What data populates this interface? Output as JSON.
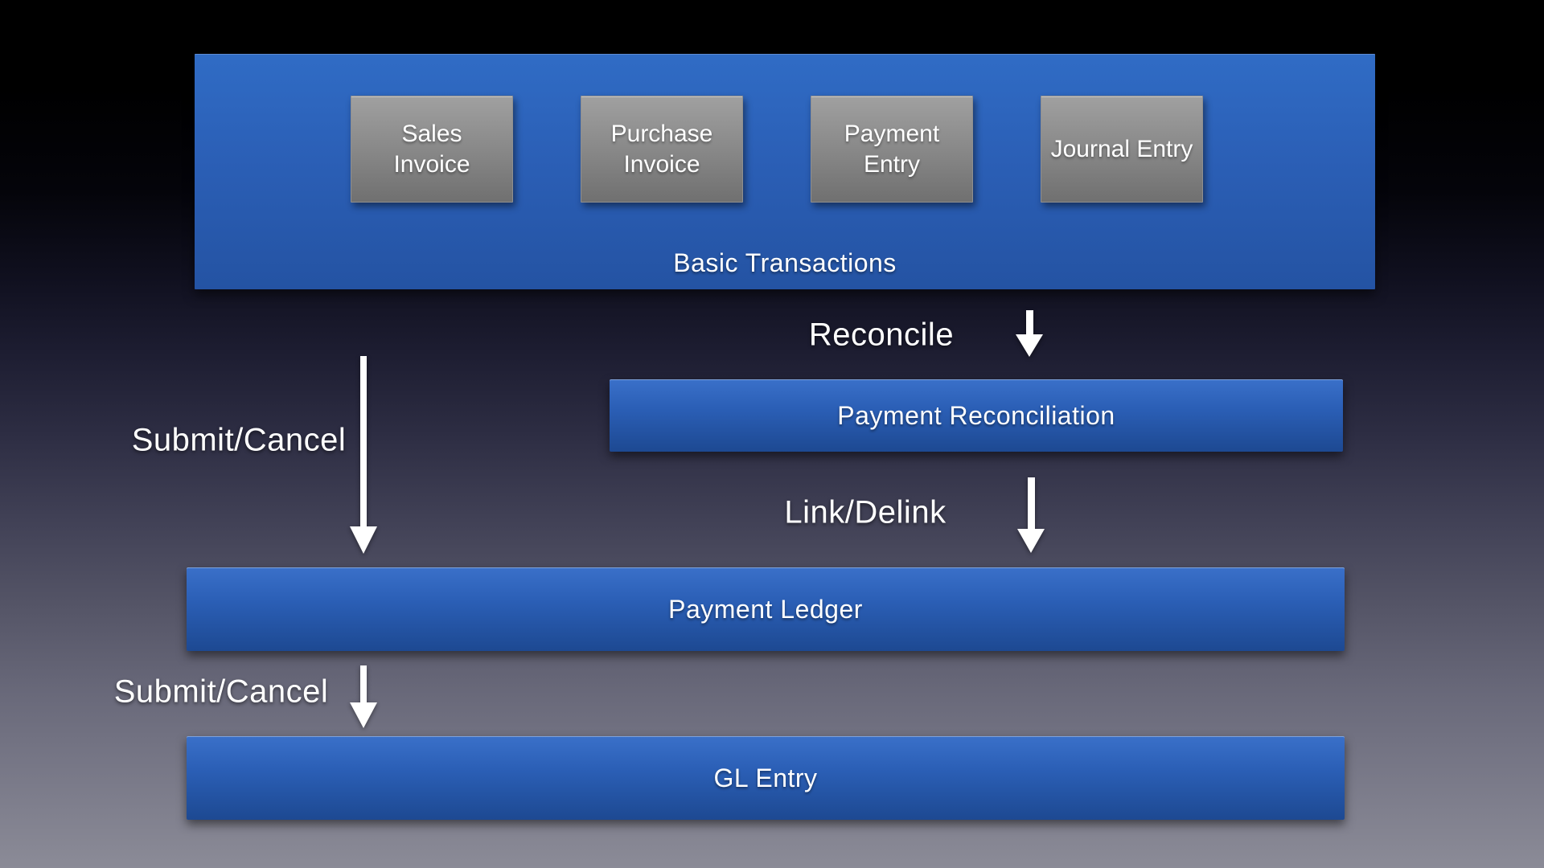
{
  "colors": {
    "background_top": "#000000",
    "background_bottom": "#8b8b97",
    "panel_blue_top": "#306cc5",
    "panel_blue_bottom": "#1d4992",
    "box_gray_top": "#a0a0a0",
    "box_gray_bottom": "#707070",
    "text": "#ffffff",
    "arrow": "#ffffff"
  },
  "basic_transactions": {
    "label": "Basic Transactions",
    "items": [
      {
        "label": "Sales\nInvoice"
      },
      {
        "label": "Purchase\nInvoice"
      },
      {
        "label": "Payment\nEntry"
      },
      {
        "label": "Journal Entry"
      }
    ]
  },
  "nodes": {
    "payment_reconciliation": {
      "label": "Payment Reconciliation"
    },
    "payment_ledger": {
      "label": "Payment Ledger"
    },
    "gl_entry": {
      "label": "GL Entry"
    }
  },
  "edges": {
    "reconcile": {
      "label": "Reconcile"
    },
    "link_delink": {
      "label": "Link/Delink"
    },
    "submit_cancel_top": {
      "label": "Submit/Cancel"
    },
    "submit_cancel_bottom": {
      "label": "Submit/Cancel"
    }
  }
}
